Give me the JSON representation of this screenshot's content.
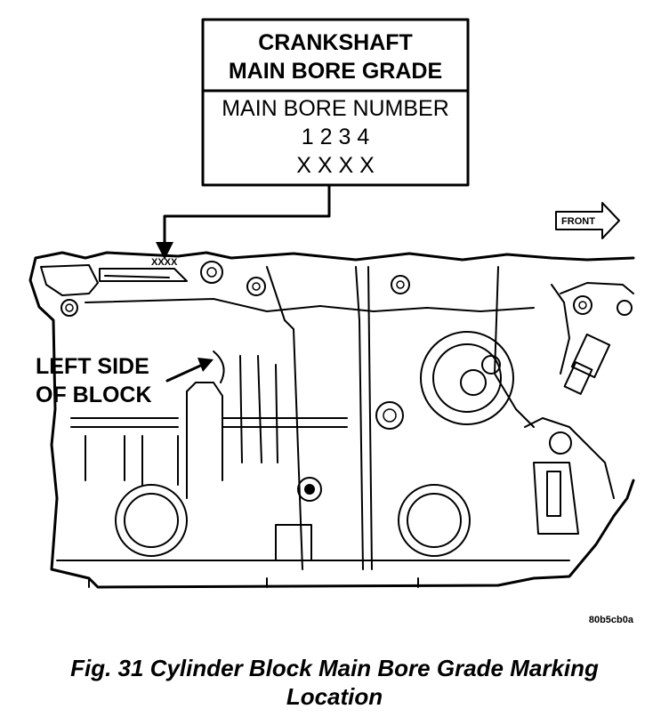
{
  "box": {
    "title_line1": "CRANKSHAFT",
    "title_line2": "MAIN BORE GRADE",
    "row1": "MAIN BORE NUMBER",
    "row2": "1 2 3 4",
    "row3": "X X X X"
  },
  "block_marking": "XXXX",
  "front_label": "FRONT",
  "left_side_label_line1": "LEFT SIDE",
  "left_side_label_line2": "OF BLOCK",
  "figure_code": "80b5cb0a",
  "caption_line1": "Fig. 31 Cylinder Block Main Bore Grade Marking",
  "caption_line2": "Location"
}
